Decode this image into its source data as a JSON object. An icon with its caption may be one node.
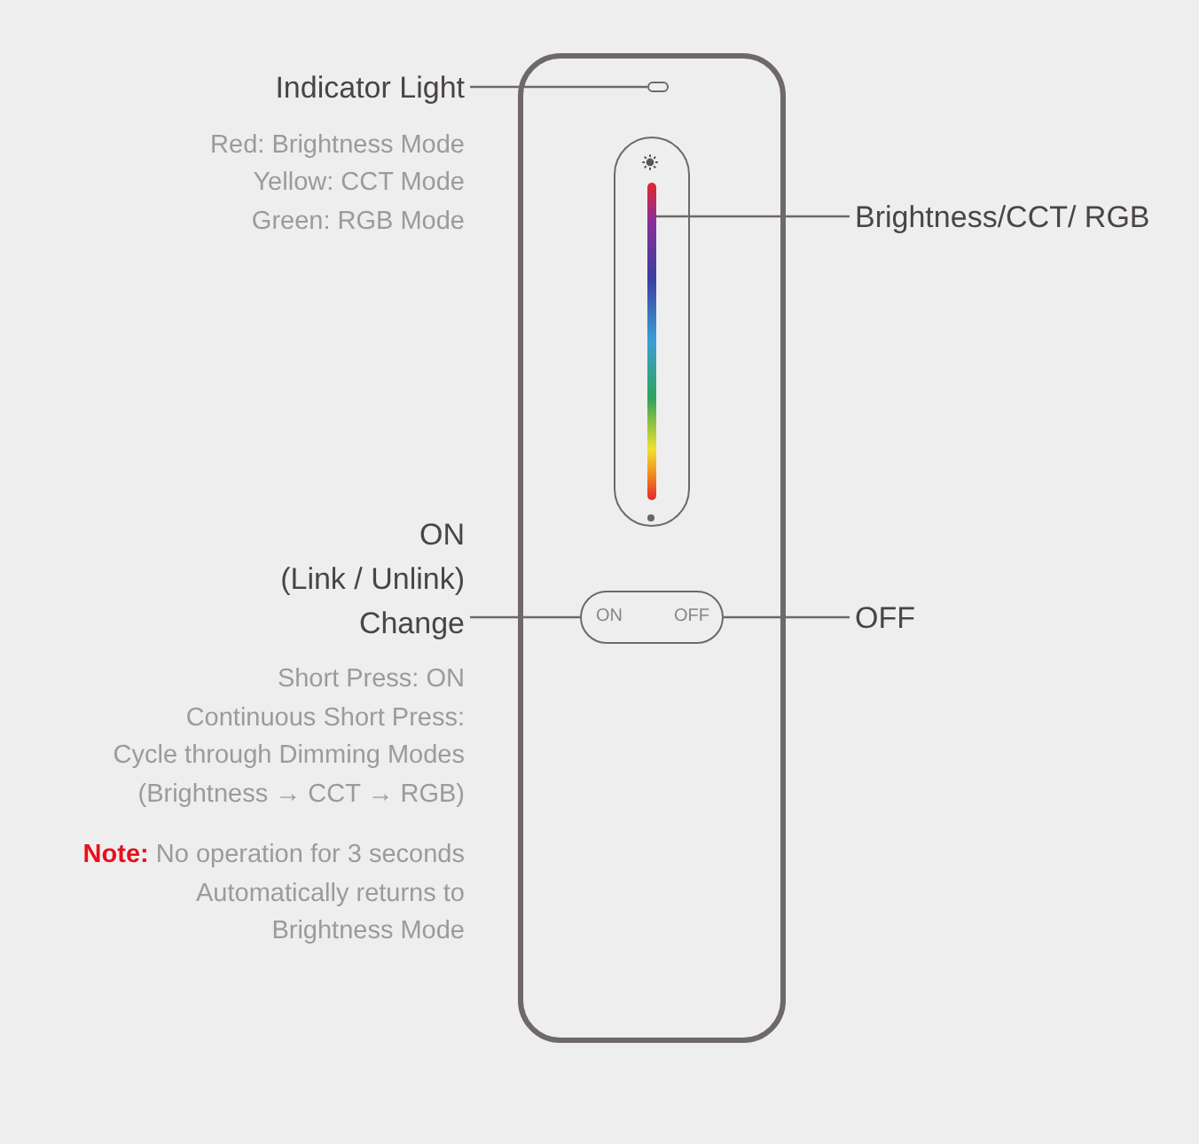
{
  "diagram": {
    "nodes": [
      {
        "text": [
          "Indicator Light",
          "Red: Brightness Mode Yellow: CCT Mode Green: RGB Mode"
        ]
      },
      {
        "text": [],
        "shape": "box"
      },
      {
        "text": [],
        "shape": "box",
        "in": 1
      },
      {
        "text": [],
        "shape": "box",
        "in": 1
      },
      {
        "text": [],
        "shape": "bar",
        "in": 3
      },
      {
        "text": [
          "Brightness/CCT/ RGB"
        ]
      },
      {
        "text": [
          "ON (Link / Unlink) Change",
          "Short Press: ON Continuous Short Press: Cycle through Dimming Modes (Brightness → CCT → RGB)"
        ]
      },
      {
        "text": [
          "ON",
          "OFF"
        ],
        "in": 1
      },
      {
        "text": [
          "OFF"
        ]
      }
    ],
    "edges": [
      {
        "from": 0,
        "to": 2,
        "arrow": "none"
      },
      {
        "from": 5,
        "to": 4,
        "arrow": "none"
      },
      {
        "from": 6,
        "to": 7,
        "arrow": "none"
      },
      {
        "from": 8,
        "to": 7,
        "arrow": "none"
      }
    ],
    "labels": [
      "**Note:** No operation for 3 seconds Automatically returns to Brightness Mode"
    ]
  }
}
